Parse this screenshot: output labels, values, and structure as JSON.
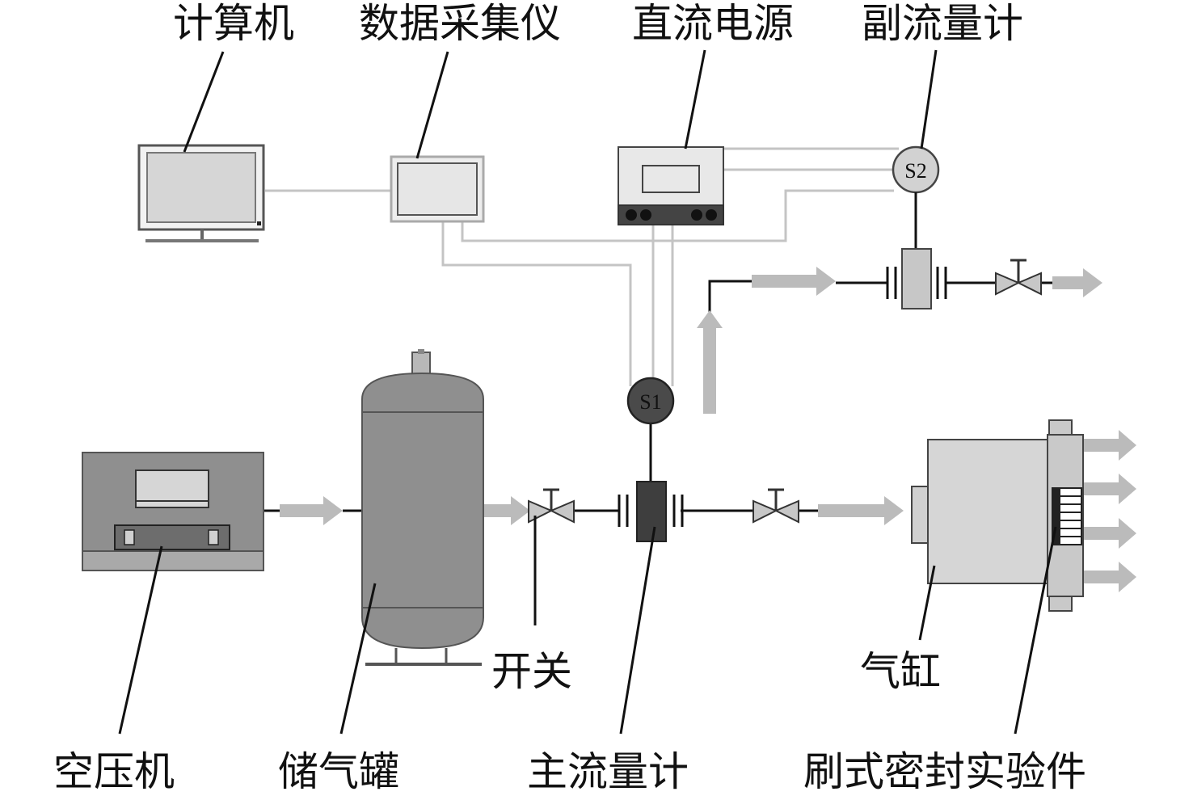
{
  "labels": {
    "computer": "计算机",
    "daq": "数据采集仪",
    "dc_power": "直流电源",
    "secondary_flowmeter": "副流量计",
    "switch": "开关",
    "cylinder": "气缸",
    "compressor": "空压机",
    "tank": "储气罐",
    "main_flowmeter": "主流量计",
    "brush_seal": "刷式密封实验件"
  },
  "sensors": {
    "s1": "S1",
    "s2": "S2"
  },
  "colors": {
    "line": "#111111",
    "wire": "#bdbdbd",
    "arrow": "#b9b9b9",
    "dark": "#3b3b3b",
    "mid": "#8e8e8e",
    "light": "#d3d3d3"
  }
}
